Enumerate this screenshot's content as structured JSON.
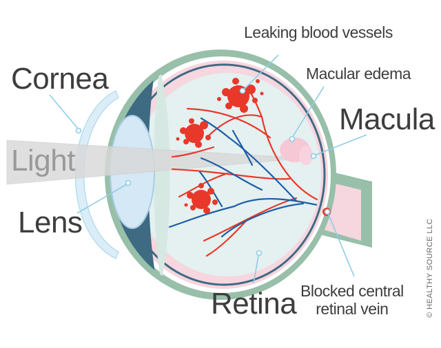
{
  "labels": {
    "cornea": "Cornea",
    "light": "Light",
    "lens": "Lens",
    "leaking_blood_vessels": "Leaking blood vessels",
    "macular_edema": "Macular edema",
    "macula": "Macula",
    "retina": "Retina",
    "blocked_vein": "Blocked central\nretinal vein"
  },
  "copyright": "© HEALTHY SOURCE LLC",
  "colors": {
    "sclera": "#98bfa9",
    "retina_pink": "#f6d6df",
    "choroid": "#3e6a82",
    "vitreous": "#e5f0f0",
    "lens": "#d4e8f5",
    "cornea": "#dbeef8",
    "blood": "#e8382a",
    "vein": "#1d5ea8",
    "callout": "#8ecde6",
    "light_beam": "#d9d9d9",
    "text": "#3d3d3d"
  }
}
